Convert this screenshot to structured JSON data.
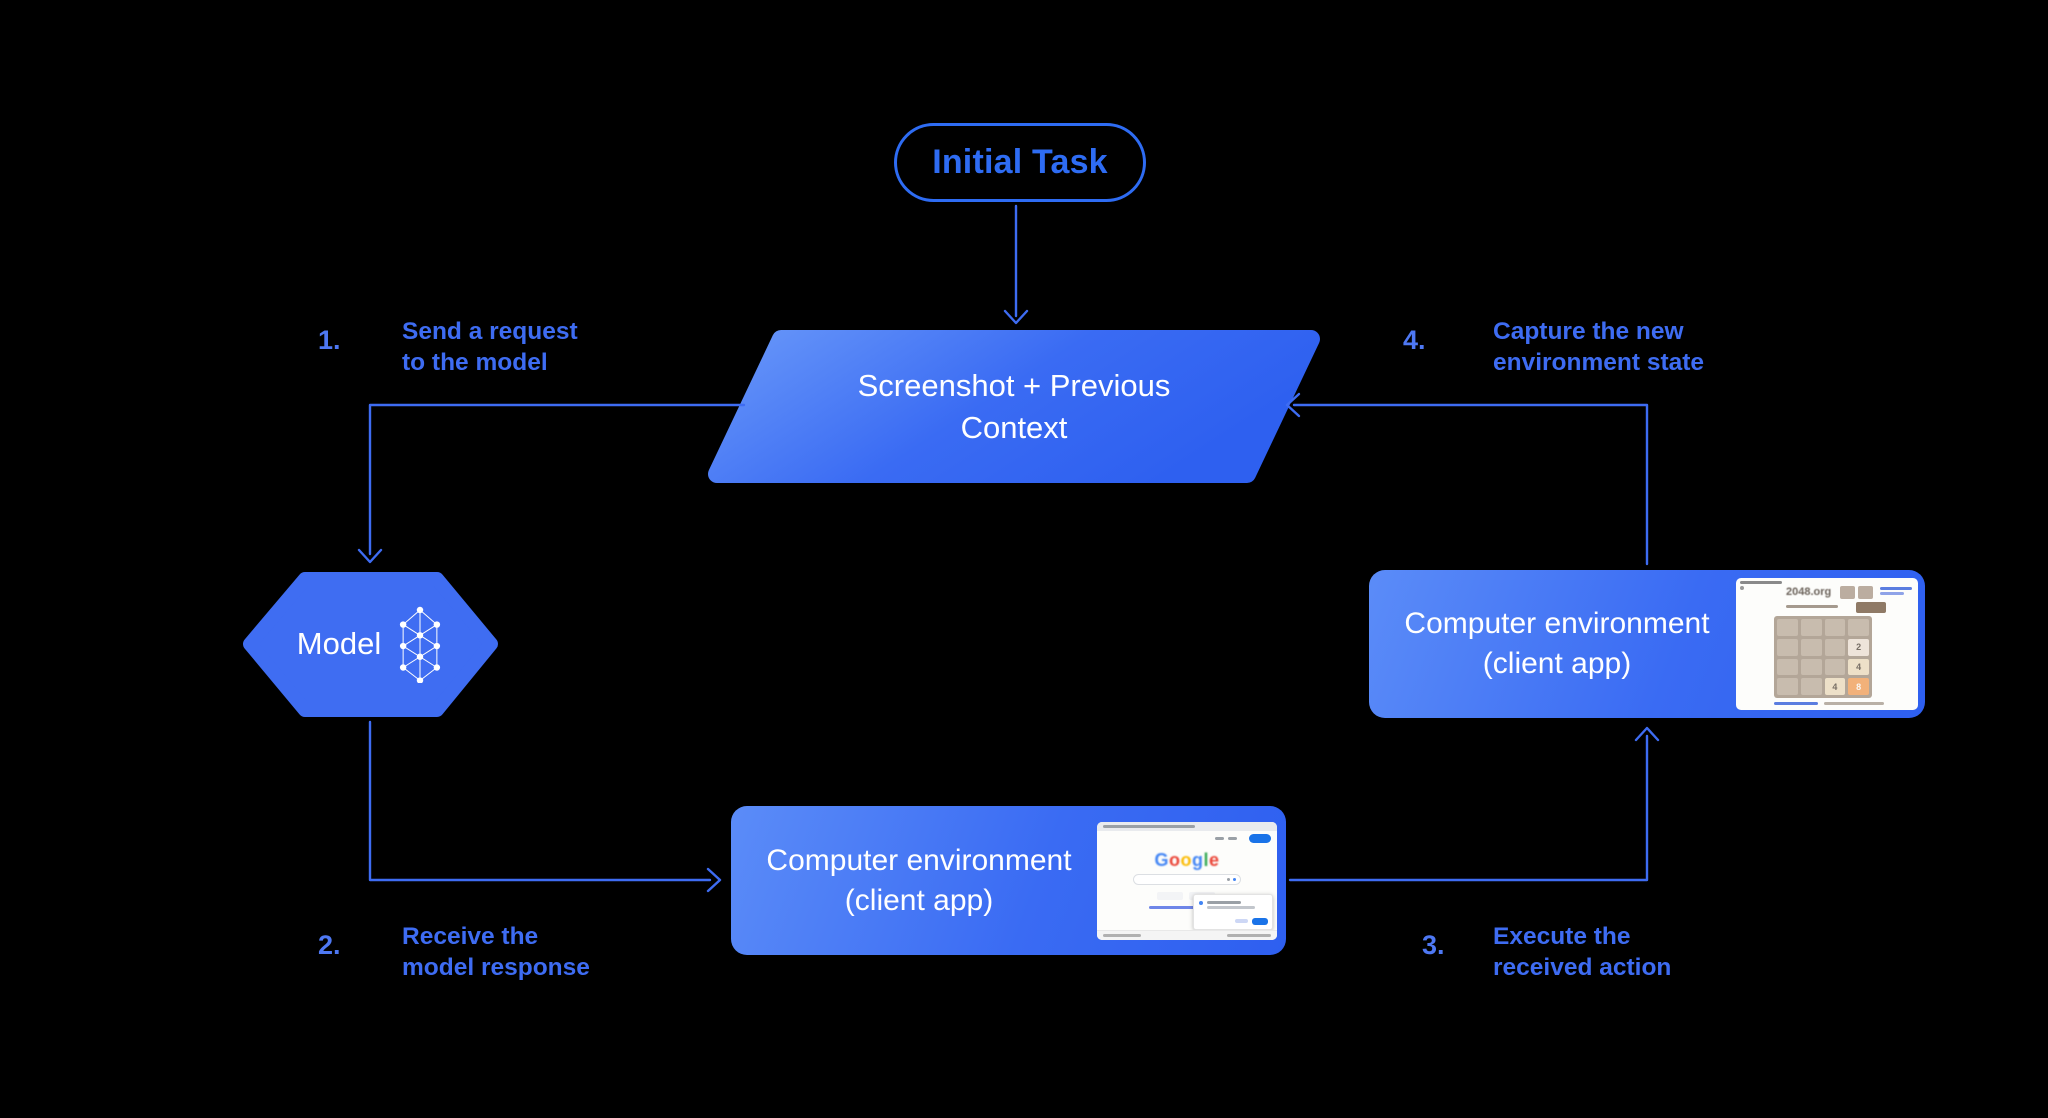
{
  "colors": {
    "background": "#000000",
    "accent_blue": "#3E6CF2",
    "pill_blue": "#2E6CF3",
    "shape_gradient_start": "#5B8CF8",
    "shape_gradient_end": "#2E5FF0",
    "text_white": "#FFFFFF",
    "google_button_blue": "#1a73e8"
  },
  "initial_task": {
    "label": "Initial Task"
  },
  "screenshot_context": {
    "lines": [
      "Screenshot + Previous",
      "Context"
    ]
  },
  "model": {
    "label": "Model",
    "icon": "neural-network-icon"
  },
  "env_right": {
    "lines": [
      "Computer environment",
      "(client app)"
    ],
    "thumb": "2048-game-screenshot"
  },
  "env_bottom": {
    "lines": [
      "Computer environment",
      "(client app)"
    ],
    "thumb": "google-search-screenshot"
  },
  "steps": [
    {
      "num": "1.",
      "lines": [
        "Send a request",
        "to the model"
      ]
    },
    {
      "num": "2.",
      "lines": [
        "Receive the",
        "model response"
      ]
    },
    {
      "num": "3.",
      "lines": [
        "Execute the",
        "received action"
      ]
    },
    {
      "num": "4.",
      "lines": [
        "Capture the new",
        "environment state"
      ]
    }
  ],
  "thumb_2048": {
    "title": "2048.org",
    "board": [
      [
        "",
        "",
        "",
        ""
      ],
      [
        "",
        "",
        "",
        "2"
      ],
      [
        "",
        "",
        "",
        "4"
      ],
      [
        "",
        "",
        "4",
        "8"
      ]
    ],
    "tile_colors": {
      "2": "#eee4da",
      "4": "#ede0c8",
      "8": "#f2b179"
    }
  },
  "thumb_google": {
    "logo_letters": [
      {
        "ch": "G",
        "color": "#4285F4"
      },
      {
        "ch": "o",
        "color": "#EA4335"
      },
      {
        "ch": "o",
        "color": "#FBBC05"
      },
      {
        "ch": "g",
        "color": "#4285F4"
      },
      {
        "ch": "l",
        "color": "#34A853"
      },
      {
        "ch": "e",
        "color": "#EA4335"
      }
    ]
  }
}
